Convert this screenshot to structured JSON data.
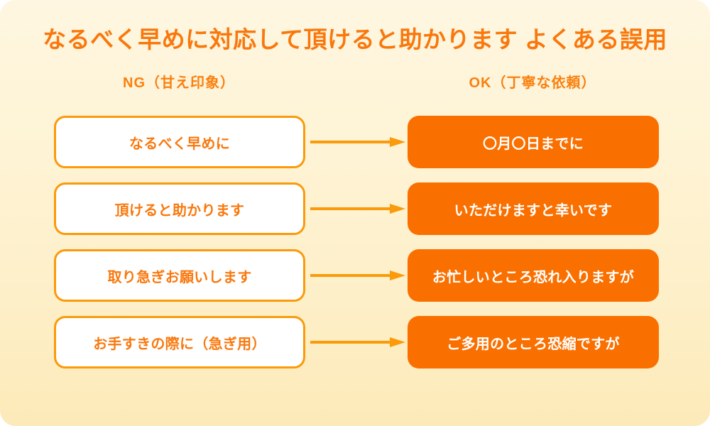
{
  "page": {
    "title": "なるべく早めに対応して頂けると助かります よくある誤用",
    "background_top": "#FEF6E0",
    "background_bottom": "#FDEAB9",
    "accent_color": "#F9780D",
    "border_color": "#FB9A0A",
    "fill_color": "#FA7000"
  },
  "columns": {
    "left_header": "NG（甘え印象）",
    "right_header": "OK（丁寧な依頼）"
  },
  "rows": [
    {
      "ng": "なるべく早めに",
      "ok": "〇月〇日までに",
      "arrow": "arrow-right-icon"
    },
    {
      "ng": "頂けると助かります",
      "ok": "いただけますと幸いです",
      "arrow": "arrow-right-icon"
    },
    {
      "ng": "取り急ぎお願いします",
      "ok": "お忙しいところ恐れ入りますが",
      "arrow": "arrow-right-icon"
    },
    {
      "ng": "お手すきの際に（急ぎ用）",
      "ok": "ご多用のところ恐縮ですが",
      "arrow": "arrow-right-icon"
    }
  ]
}
